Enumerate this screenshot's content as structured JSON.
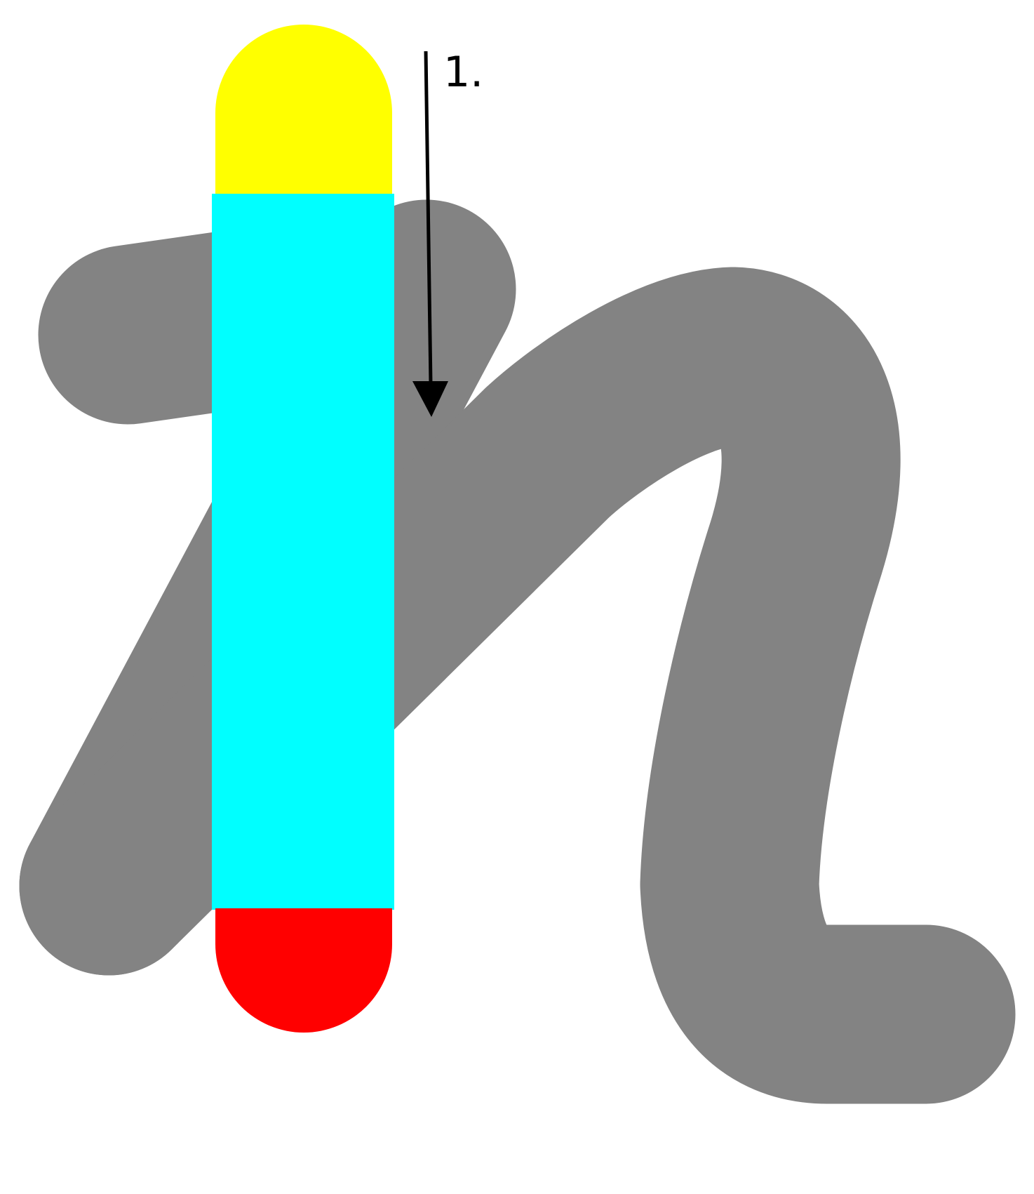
{
  "diagram": {
    "type": "stroke-order",
    "colors": {
      "background": "#ffffff",
      "glyph_stroke": "#838383",
      "stroke_start": "#ffff00",
      "stroke_body": "#00ffff",
      "stroke_end": "#ff0000",
      "arrow": "#000000"
    },
    "step": {
      "label": "1.",
      "direction": "down"
    }
  }
}
